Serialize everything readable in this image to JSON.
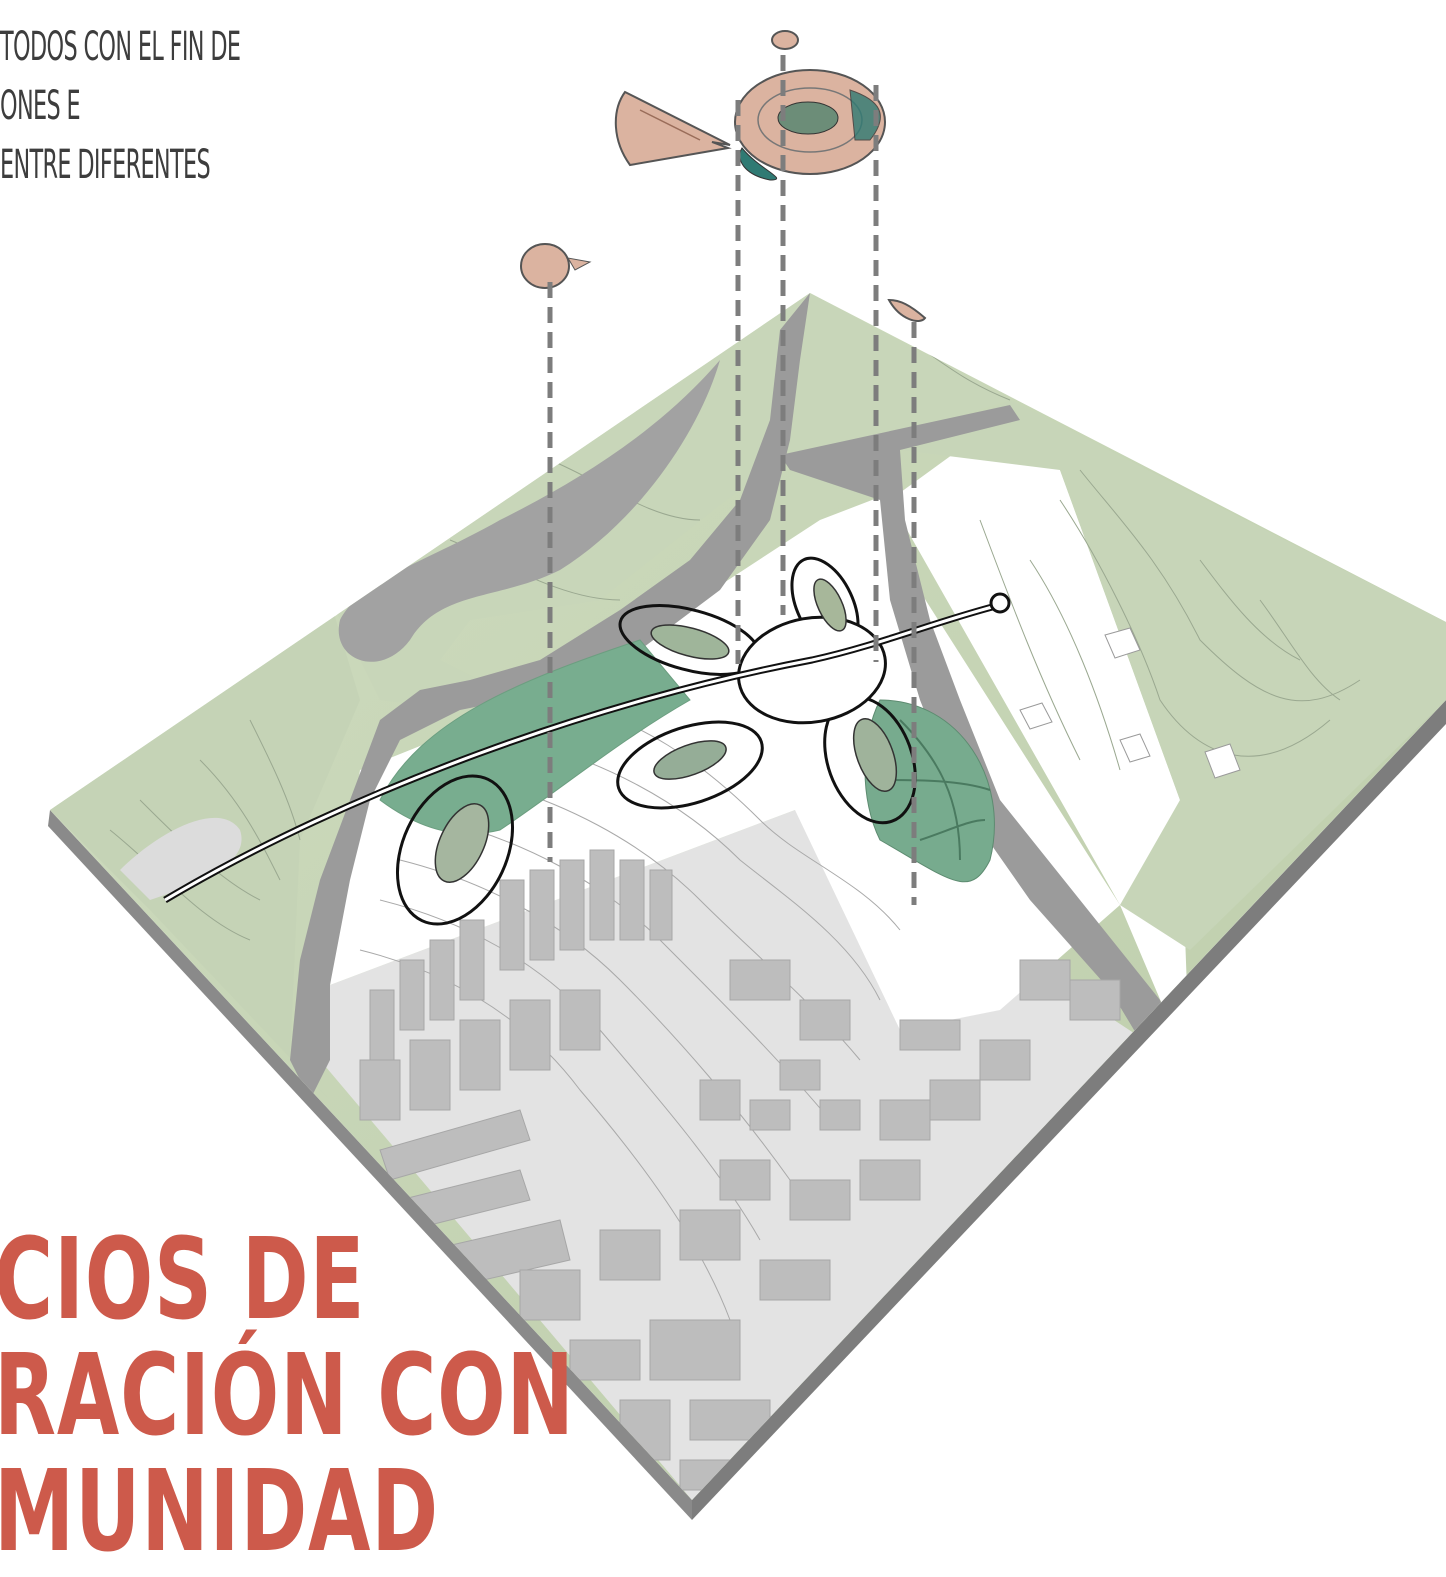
{
  "intro_text": {
    "lines": [
      "TODOS CON EL FIN DE",
      "ONES E",
      "ENTRE DIFERENTES"
    ]
  },
  "title": {
    "lines": [
      "CIOS DE",
      "RACIÓN CON",
      "MUNIDAD"
    ]
  },
  "colors": {
    "accent_title": "#cd5a4b",
    "text_gray": "#3d3d3d",
    "terrain_green": "#c5d3b6",
    "plaza_green": "#77ad8e",
    "road_gray": "#9b9b9b",
    "buildings_gray": "#bdbdbd",
    "floor_plan_pink": "#dbb3a0",
    "base_edge": "#8d8d8d"
  },
  "diagram": {
    "type": "axonometric exploded site model",
    "elements": [
      "site-base",
      "green-terrain",
      "roads",
      "urban-blocks",
      "central-pavilion",
      "leaf-pavilions",
      "linear-walkway",
      "floating-floor-plans",
      "projection-lines"
    ]
  }
}
